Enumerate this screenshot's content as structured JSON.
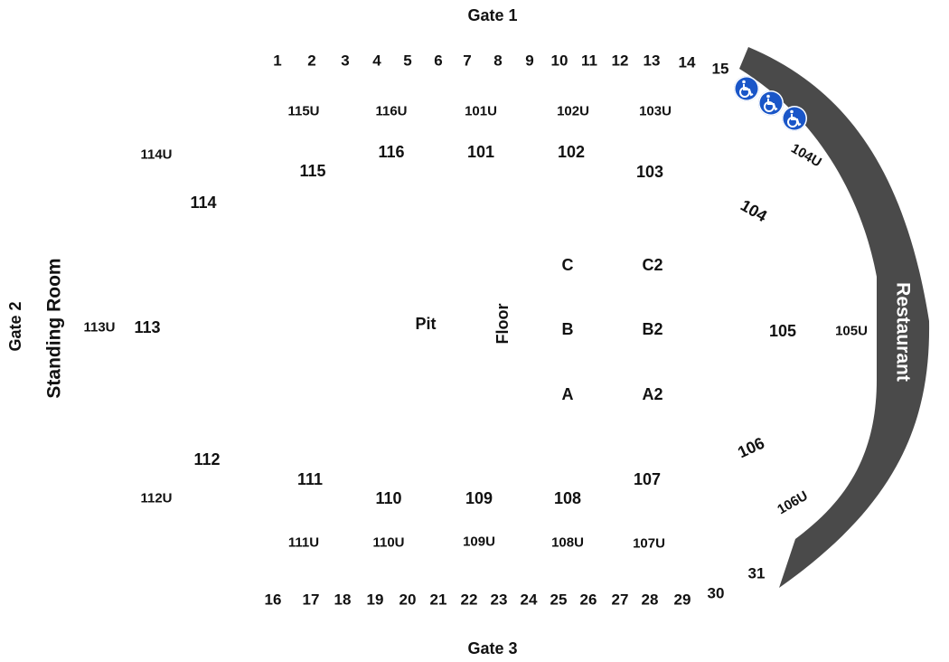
{
  "gates": {
    "north": "Gate 1",
    "west": "Gate 2",
    "south": "Gate 3"
  },
  "standing_room": "Standing Room",
  "restaurant": "Restaurant",
  "doors": {
    "top": [
      "1",
      "2",
      "3",
      "4",
      "5",
      "6",
      "7",
      "8",
      "9",
      "10",
      "11",
      "12",
      "13",
      "14",
      "15"
    ],
    "bottom": [
      "16",
      "17",
      "18",
      "19",
      "20",
      "21",
      "22",
      "23",
      "24",
      "25",
      "26",
      "27",
      "28",
      "29",
      "30",
      "31"
    ]
  },
  "sections": {
    "lower": [
      "101",
      "102",
      "103",
      "104",
      "105",
      "106",
      "107",
      "108",
      "109",
      "110",
      "111",
      "112",
      "113",
      "114",
      "115",
      "116"
    ],
    "upper": [
      "101U",
      "102U",
      "103U",
      "104U",
      "105U",
      "106U",
      "107U",
      "108U",
      "109U",
      "110U",
      "111U",
      "112U",
      "113U",
      "114U",
      "115U",
      "116U"
    ]
  },
  "floor": {
    "pit": "Pit",
    "floor": "Floor",
    "blocks": [
      "A",
      "B",
      "C",
      "A2",
      "B2",
      "C2"
    ]
  },
  "accessibility_icon": "wheelchair-icon",
  "colors": {
    "arc": "#4a4a4a",
    "accessible": "#1a56c8",
    "text": "#111111"
  }
}
